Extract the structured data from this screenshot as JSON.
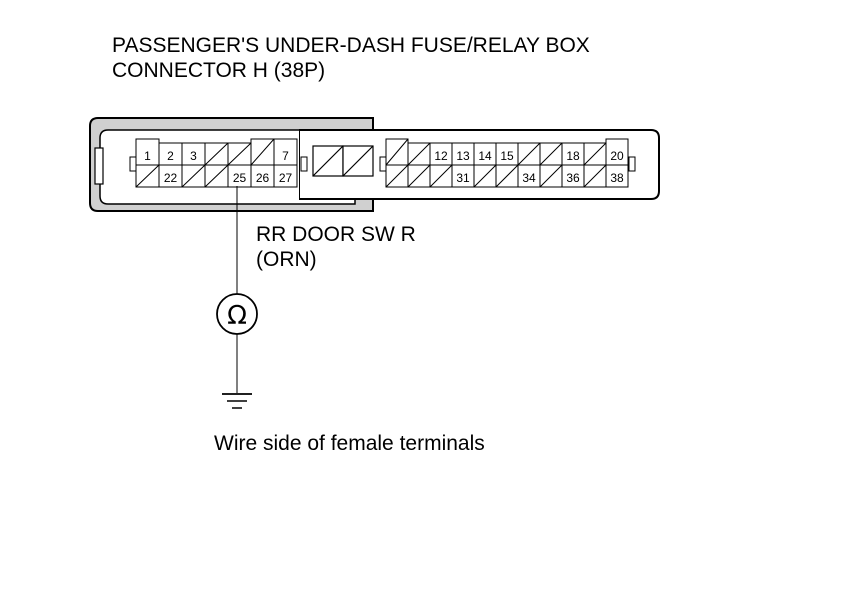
{
  "title": {
    "line1": "PASSENGER'S UNDER-DASH FUSE/RELAY BOX",
    "line2": "CONNECTOR H (38P)"
  },
  "wire": {
    "name": "RR DOOR SW R",
    "color": "(ORN)"
  },
  "meter": {
    "symbol": "Ω",
    "icon": "ohmmeter-icon"
  },
  "ground": {
    "icon": "ground-icon"
  },
  "caption": "Wire side of female terminals",
  "connector": {
    "pins_left_top": [
      "1",
      "2",
      "3",
      "",
      "",
      "",
      "7"
    ],
    "pins_left_bottom": [
      "",
      "22",
      "",
      "",
      "25",
      "26",
      "27"
    ],
    "pins_right_top": [
      "",
      "",
      "12",
      "13",
      "14",
      "15",
      "",
      "",
      "18",
      "",
      "20"
    ],
    "pins_right_bottom": [
      "",
      "",
      "",
      "31",
      "",
      "",
      "34",
      "",
      "36",
      "",
      "38"
    ]
  }
}
